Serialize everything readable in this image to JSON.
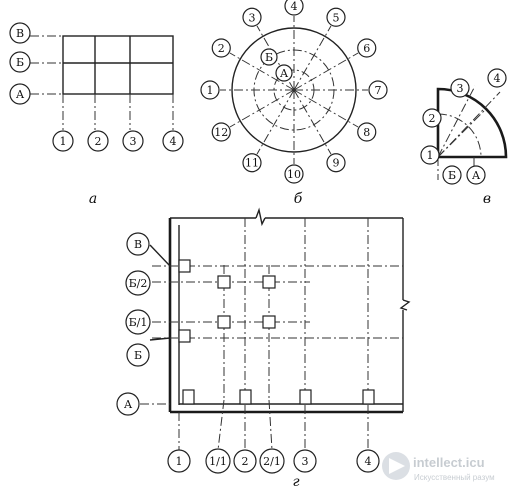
{
  "captions": {
    "a": "а",
    "b": "б",
    "v": "в",
    "g": "г"
  },
  "fig_a": {
    "rows": [
      "В",
      "Б",
      "А"
    ],
    "cols": [
      "1",
      "2",
      "3",
      "4"
    ]
  },
  "fig_b": {
    "radial": [
      "1",
      "2",
      "3",
      "4",
      "5",
      "6",
      "7",
      "8",
      "9",
      "10",
      "11",
      "12"
    ],
    "rings": [
      "А",
      "Б"
    ]
  },
  "fig_v": {
    "radial": [
      "1",
      "2",
      "3",
      "4"
    ],
    "rings": [
      "Б",
      "А"
    ]
  },
  "fig_g": {
    "rows": [
      "В",
      "Б/2",
      "Б/1",
      "Б",
      "А"
    ],
    "cols": [
      "1",
      "1/1",
      "2",
      "2/1",
      "3",
      "4"
    ]
  },
  "watermark": {
    "title": "intellect.icu",
    "subtitle": "Искусственный разум"
  }
}
